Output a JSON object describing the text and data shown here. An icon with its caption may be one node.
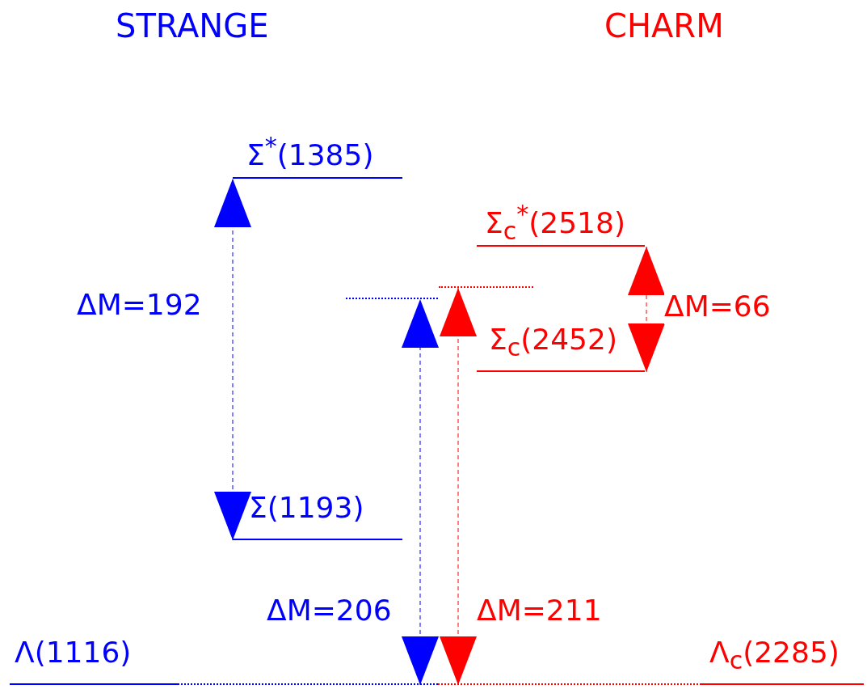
{
  "diagram": {
    "nodes": [
      {
        "text": [
          "Σ$^{*}$(1385)"
        ]
      },
      {
        "text": [
          "Σ$_{c}$$^{*}$(2518)"
        ]
      },
      {
        "text": [],
        "shape": "line"
      },
      {
        "text": [],
        "shape": "line"
      },
      {
        "text": [
          "Σ$_{c}$(2452)"
        ]
      },
      {
        "text": [
          "Σ(1193)"
        ]
      },
      {
        "text": [
          "Λ(1116)"
        ]
      },
      {
        "text": [
          "Λ$_{c}$(2285)"
        ]
      }
    ],
    "edges": [
      {
        "from": 5,
        "to": 0,
        "arrow": "both",
        "style": "dashed",
        "color": "#0000ff",
        "label": "ΔM=192"
      },
      {
        "from": 4,
        "to": 1,
        "arrow": "both",
        "style": "dashed",
        "color": "#ff0000",
        "label": "ΔM=66"
      },
      {
        "from": 6,
        "to": 2,
        "arrow": "both",
        "style": "dashed",
        "color": "#0000ff",
        "label": "ΔM=206"
      },
      {
        "from": 7,
        "to": 3,
        "arrow": "both",
        "style": "dashed",
        "color": "#ff0000",
        "label": "ΔM=211"
      }
    ],
    "labels": [
      "STRANGE",
      "CHARM"
    ]
  }
}
